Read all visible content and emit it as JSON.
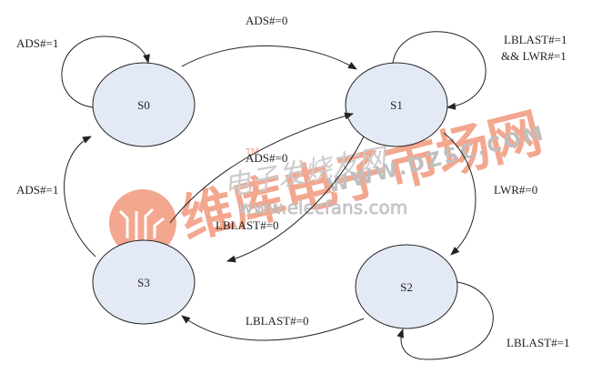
{
  "diagram": {
    "type": "state-machine",
    "states": [
      {
        "id": "S0",
        "label": "S0"
      },
      {
        "id": "S1",
        "label": "S1"
      },
      {
        "id": "S2",
        "label": "S2"
      },
      {
        "id": "S3",
        "label": "S3"
      }
    ],
    "transitions": [
      {
        "from": "S0",
        "to": "S0",
        "label": "ADS#=1"
      },
      {
        "from": "S0",
        "to": "S1",
        "label": "ADS#=0"
      },
      {
        "from": "S1",
        "to": "S1",
        "label_line1": "LBLAST#=1",
        "label_line2": "&& LWR#=1"
      },
      {
        "from": "S1",
        "to": "S2",
        "label": "LWR#=0"
      },
      {
        "from": "S2",
        "to": "S2",
        "label": "LBLAST#=1"
      },
      {
        "from": "S2",
        "to": "S3",
        "label": "LBLAST#=0"
      },
      {
        "from": "S3",
        "to": "S0",
        "label": "ADS#=1"
      },
      {
        "from": "S3",
        "to": "S1",
        "label": "ADS#=0"
      },
      {
        "from": "S1",
        "to": "S3",
        "label": "LBLAST#=0"
      }
    ],
    "colors": {
      "state_fill": "#e4eaf5",
      "stroke": "#222222",
      "watermark": "#f08060"
    }
  },
  "watermarks": {
    "cn_main": "维库电子市场网",
    "cn_secondary": "电子发烧友网",
    "url1": "www.elecfans.com",
    "url2": "WWW.DZSC.COM",
    "tm": "TM"
  }
}
